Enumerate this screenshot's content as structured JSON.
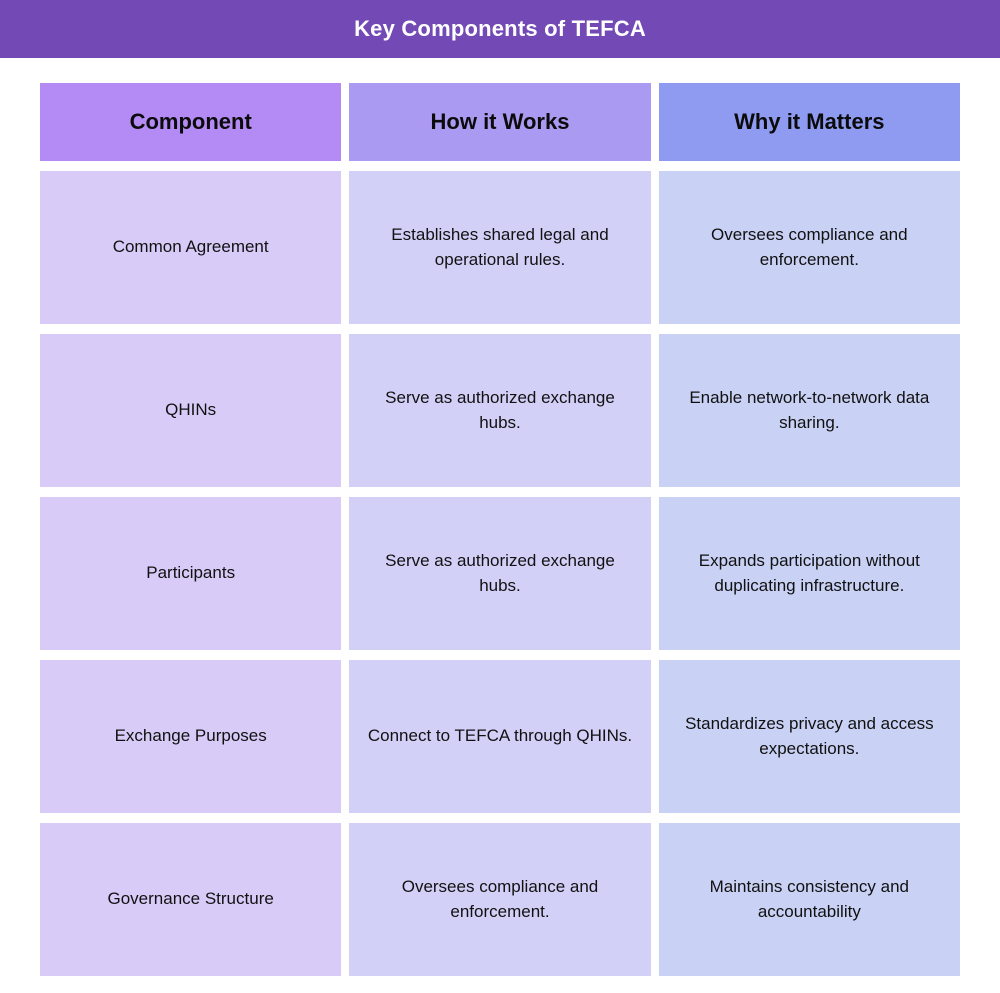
{
  "header": {
    "title": "Key Components of TEFCA",
    "background_color": "#7349B6",
    "text_color": "#FFFFFF"
  },
  "table": {
    "columns": [
      {
        "label": "Component",
        "header_color": "#B48BF4",
        "body_color": "#D9CBF8"
      },
      {
        "label": "How it Works",
        "header_color": "#AB9AF2",
        "body_color": "#D3D0F8"
      },
      {
        "label": "Why it Matters",
        "header_color": "#8E9BF1",
        "body_color": "#C9D1F5"
      }
    ],
    "rows": [
      {
        "component": "Common Agreement",
        "how_it_works": "Establishes shared legal and operational rules.",
        "why_it_matters": "Oversees compliance and enforcement."
      },
      {
        "component": "QHINs",
        "how_it_works": "Serve as authorized exchange hubs.",
        "why_it_matters": "Enable network-to-network data sharing."
      },
      {
        "component": "Participants",
        "how_it_works": "Serve as authorized exchange hubs.",
        "why_it_matters": "Expands participation without duplicating infrastructure."
      },
      {
        "component": "Exchange Purposes",
        "how_it_works": "Connect to TEFCA through QHINs.",
        "why_it_matters": "Standardizes privacy and access expectations."
      },
      {
        "component": "Governance Structure",
        "how_it_works": "Oversees compliance and enforcement.",
        "why_it_matters": "Maintains consistency and accountability"
      }
    ]
  }
}
